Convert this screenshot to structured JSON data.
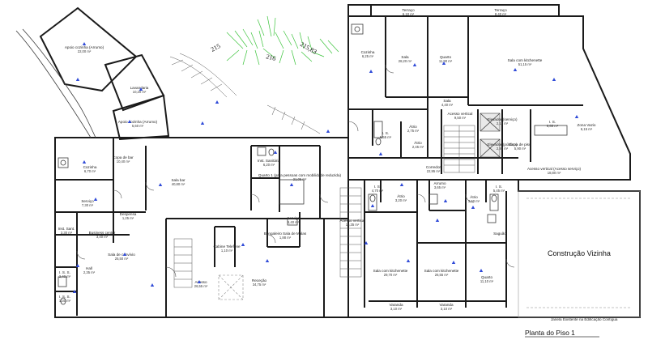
{
  "plan_title": "Planta do Piso 1",
  "neighbor_label": "Construção Vizinha",
  "window_note": "Janela Existente na Edificação Contígua",
  "levels": [
    "215",
    "216",
    "215,83"
  ],
  "accent_color": "#2f4ad8",
  "vegetation_color": "#3cc43c",
  "rooms": [
    {
      "key": "apoio_cozinha_top",
      "name": "Apoio cozinha (Arrumo)",
      "area": "22,00 m²"
    },
    {
      "key": "lavandaria",
      "name": "Lavandaria",
      "area": "10,20 m²"
    },
    {
      "key": "apoio_cozinha_mid",
      "name": "Apoio cozinha (Arrumo)",
      "area": "5,60 m²"
    },
    {
      "key": "cozinha_left",
      "name": "Cozinha",
      "area": "6,70 m²"
    },
    {
      "key": "copa_bar",
      "name": "Copa de bar",
      "area": "10,40 m²"
    },
    {
      "key": "sala_bar",
      "name": "Sala bar",
      "area": "40,80 m²"
    },
    {
      "key": "inst_sanitaria_mid",
      "name": "Inst. Sanitária",
      "area": "6,20 m²"
    },
    {
      "key": "quarto1",
      "name": "Quarto 1 (para pessoas com mobilidade reduzida)",
      "area": "21,05 m²"
    },
    {
      "key": "servico_left",
      "name": "Serviço",
      "area": "7,30 m²"
    },
    {
      "key": "despensa",
      "name": "Despensa",
      "area": "1,25 m²"
    },
    {
      "key": "inst_sant_left",
      "name": "Inst. Sant.",
      "area": "3,30 m²"
    },
    {
      "key": "business_center",
      "name": "Business center",
      "area": "3,40 m²"
    },
    {
      "key": "sala_convivio",
      "name": "Sala de convívio",
      "area": "25,50 m²"
    },
    {
      "key": "iss_left_a",
      "name": "I. S. S.",
      "area": "2,40 m²"
    },
    {
      "key": "hall_left",
      "name": "Hall",
      "area": "2,35 m²"
    },
    {
      "key": "iss_left_b",
      "name": "I. S. S.",
      "area": "1,30 m²"
    },
    {
      "key": "acesso_left",
      "name": "Acesso",
      "area": "26,55 m²"
    },
    {
      "key": "cabine",
      "name": "Cabine Telefone",
      "area": "1,10 m²"
    },
    {
      "key": "bengaleiro",
      "name": "Bengaleiro Sala de Malas",
      "area": "1,88 m²"
    },
    {
      "key": "servico_mid",
      "name": "Serviço",
      "area": "6,40 m²"
    },
    {
      "key": "rececao",
      "name": "Receção",
      "area": "34,75 m²"
    },
    {
      "key": "terraco_a",
      "name": "Terraço",
      "area": "6,10 m²"
    },
    {
      "key": "terraco_b",
      "name": "Terraço",
      "area": "8,40 m²"
    },
    {
      "key": "cozinha_top",
      "name": "Cozinha",
      "area": "6,25 m²"
    },
    {
      "key": "sala_top",
      "name": "Sala",
      "area": "28,20 m²"
    },
    {
      "key": "quarto_top",
      "name": "Quarto",
      "area": "11,90 m²"
    },
    {
      "key": "sala_kitchenette_top",
      "name": "Sala com kitchenette",
      "area": "51,15 m²"
    },
    {
      "key": "sala_small",
      "name": "Sala",
      "area": "4,40 m²"
    },
    {
      "key": "acesso_vertical_a",
      "name": "Acesso vertical",
      "area": "9,50 m²"
    },
    {
      "key": "elevador_a",
      "name": "Elevador (serviço)",
      "area": "2,15 m²"
    },
    {
      "key": "elevador_b",
      "name": "Elevador (público)",
      "area": "2,80 m²"
    },
    {
      "key": "is_right_top",
      "name": "I. S.",
      "area": "6,65 m²"
    },
    {
      "key": "zona_vazio",
      "name": "Zona Vazio",
      "area": "6,15 m²"
    },
    {
      "key": "copa_piso",
      "name": "Copa de piso",
      "area": "5,90 m²"
    },
    {
      "key": "is_mid",
      "name": "I. S.",
      "area": "5,55 m²"
    },
    {
      "key": "atrio_mid",
      "name": "Átrio",
      "area": "2,75 m²"
    },
    {
      "key": "atrio_small",
      "name": "Átrio",
      "area": "2,45 m²"
    },
    {
      "key": "corredor",
      "name": "Corredor",
      "area": "22,95 m²"
    },
    {
      "key": "acesso_vertical_b",
      "name": "Acesso vertical (Acesso serviço)",
      "area": "18,80 m²"
    },
    {
      "key": "is_low_a",
      "name": "I. S.",
      "area": "4,70 m²"
    },
    {
      "key": "atrio_low_a",
      "name": "Átrio",
      "area": "3,20 m²"
    },
    {
      "key": "arrumo",
      "name": "Arrumo",
      "area": "3,65 m²"
    },
    {
      "key": "atrio_low_b",
      "name": "Átrio",
      "area": "3,60 m²"
    },
    {
      "key": "is_low_b",
      "name": "I. S.",
      "area": "5,45 m²"
    },
    {
      "key": "acesso_vertical_c",
      "name": "Acesso vertical",
      "area": "15,35 m²"
    },
    {
      "key": "sala_kitchenette_a",
      "name": "Sala com kitchenette",
      "area": "29,70 m²"
    },
    {
      "key": "sala_kitchenette_b",
      "name": "Sala com kitchenette",
      "area": "26,55 m²"
    },
    {
      "key": "saguao",
      "name": "Saguão",
      "area": ""
    },
    {
      "key": "quarto_low",
      "name": "Quarto",
      "area": "11,10 m²"
    },
    {
      "key": "varanda_a",
      "name": "Varanda",
      "area": "3,10 m²"
    },
    {
      "key": "varanda_b",
      "name": "Varanda",
      "area": "3,10 m²"
    }
  ]
}
